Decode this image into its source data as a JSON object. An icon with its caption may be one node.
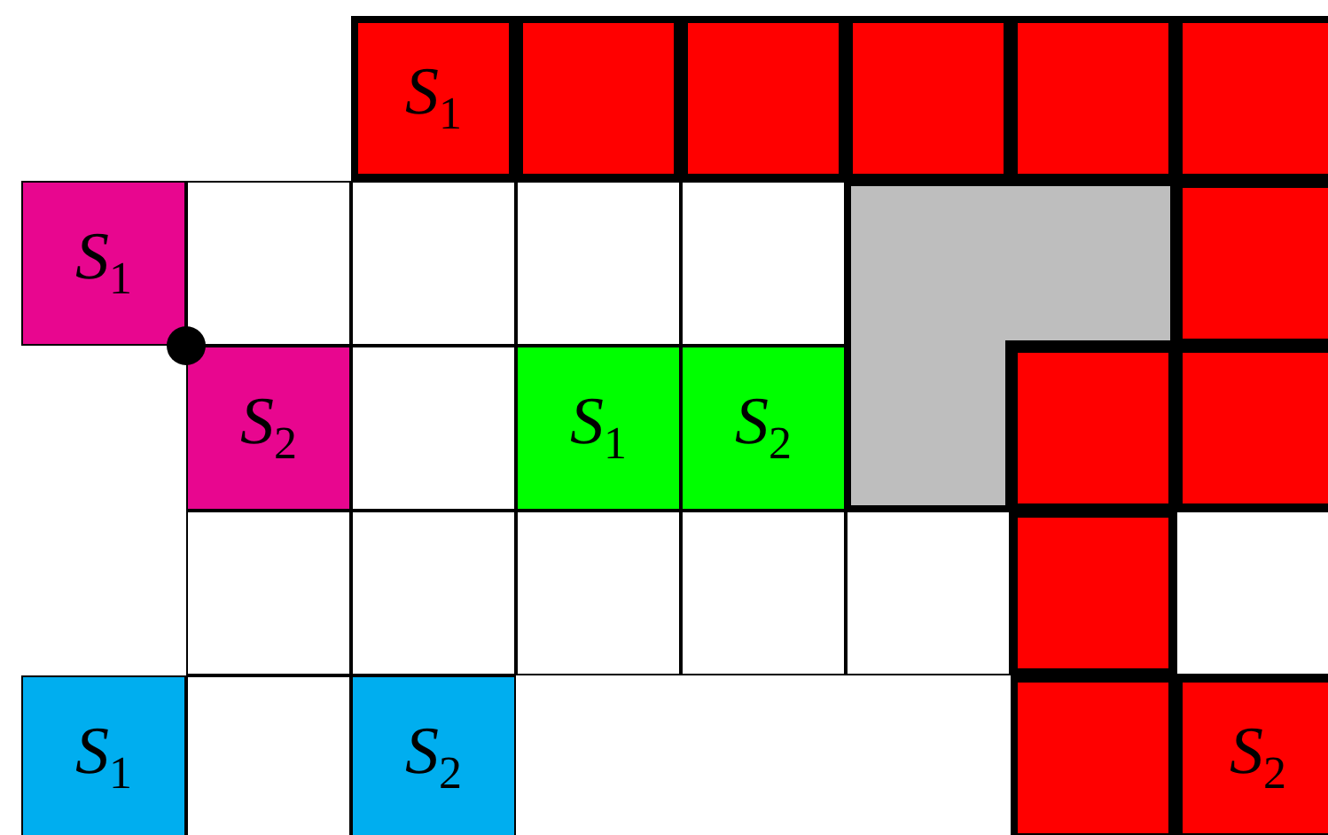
{
  "diagram": {
    "nodes": [
      {
        "text": [
          "*S*$_{1}$"
        ]
      },
      {
        "text": [],
        "shape": "box"
      },
      {
        "text": [],
        "shape": "box"
      },
      {
        "text": [],
        "shape": "box"
      },
      {
        "text": [],
        "shape": "box"
      },
      {
        "text": [],
        "shape": "box"
      },
      {
        "text": [
          "*S*$_{1}$"
        ]
      },
      {
        "text": [],
        "shape": "box"
      },
      {
        "text": [],
        "shape": "box"
      },
      {
        "text": [],
        "shape": "box"
      },
      {
        "text": [],
        "shape": "box"
      },
      {
        "text": [],
        "shape": "box"
      },
      {
        "text": [],
        "shape": "box"
      },
      {
        "text": [
          "*S*$_{2}$"
        ]
      },
      {
        "text": [],
        "shape": "box"
      },
      {
        "text": [
          "*S*$_{1}$"
        ]
      },
      {
        "text": [
          "*S*$_{2}$"
        ]
      },
      {
        "text": [],
        "shape": "box"
      },
      {
        "text": [],
        "shape": "box"
      },
      {
        "text": [],
        "shape": "box"
      },
      {
        "text": [],
        "shape": "box"
      },
      {
        "text": [],
        "shape": "box"
      },
      {
        "text": [],
        "shape": "box"
      },
      {
        "text": [],
        "shape": "box"
      },
      {
        "text": [],
        "shape": "box"
      },
      {
        "text": [],
        "shape": "box"
      },
      {
        "text": [
          "*S*$_{1}$"
        ]
      },
      {
        "text": [],
        "shape": "box"
      },
      {
        "text": [
          "*S*$_{2}$"
        ]
      },
      {
        "text": [],
        "shape": "box"
      },
      {
        "text": [
          "*S*$_{2}$"
        ]
      }
    ]
  }
}
